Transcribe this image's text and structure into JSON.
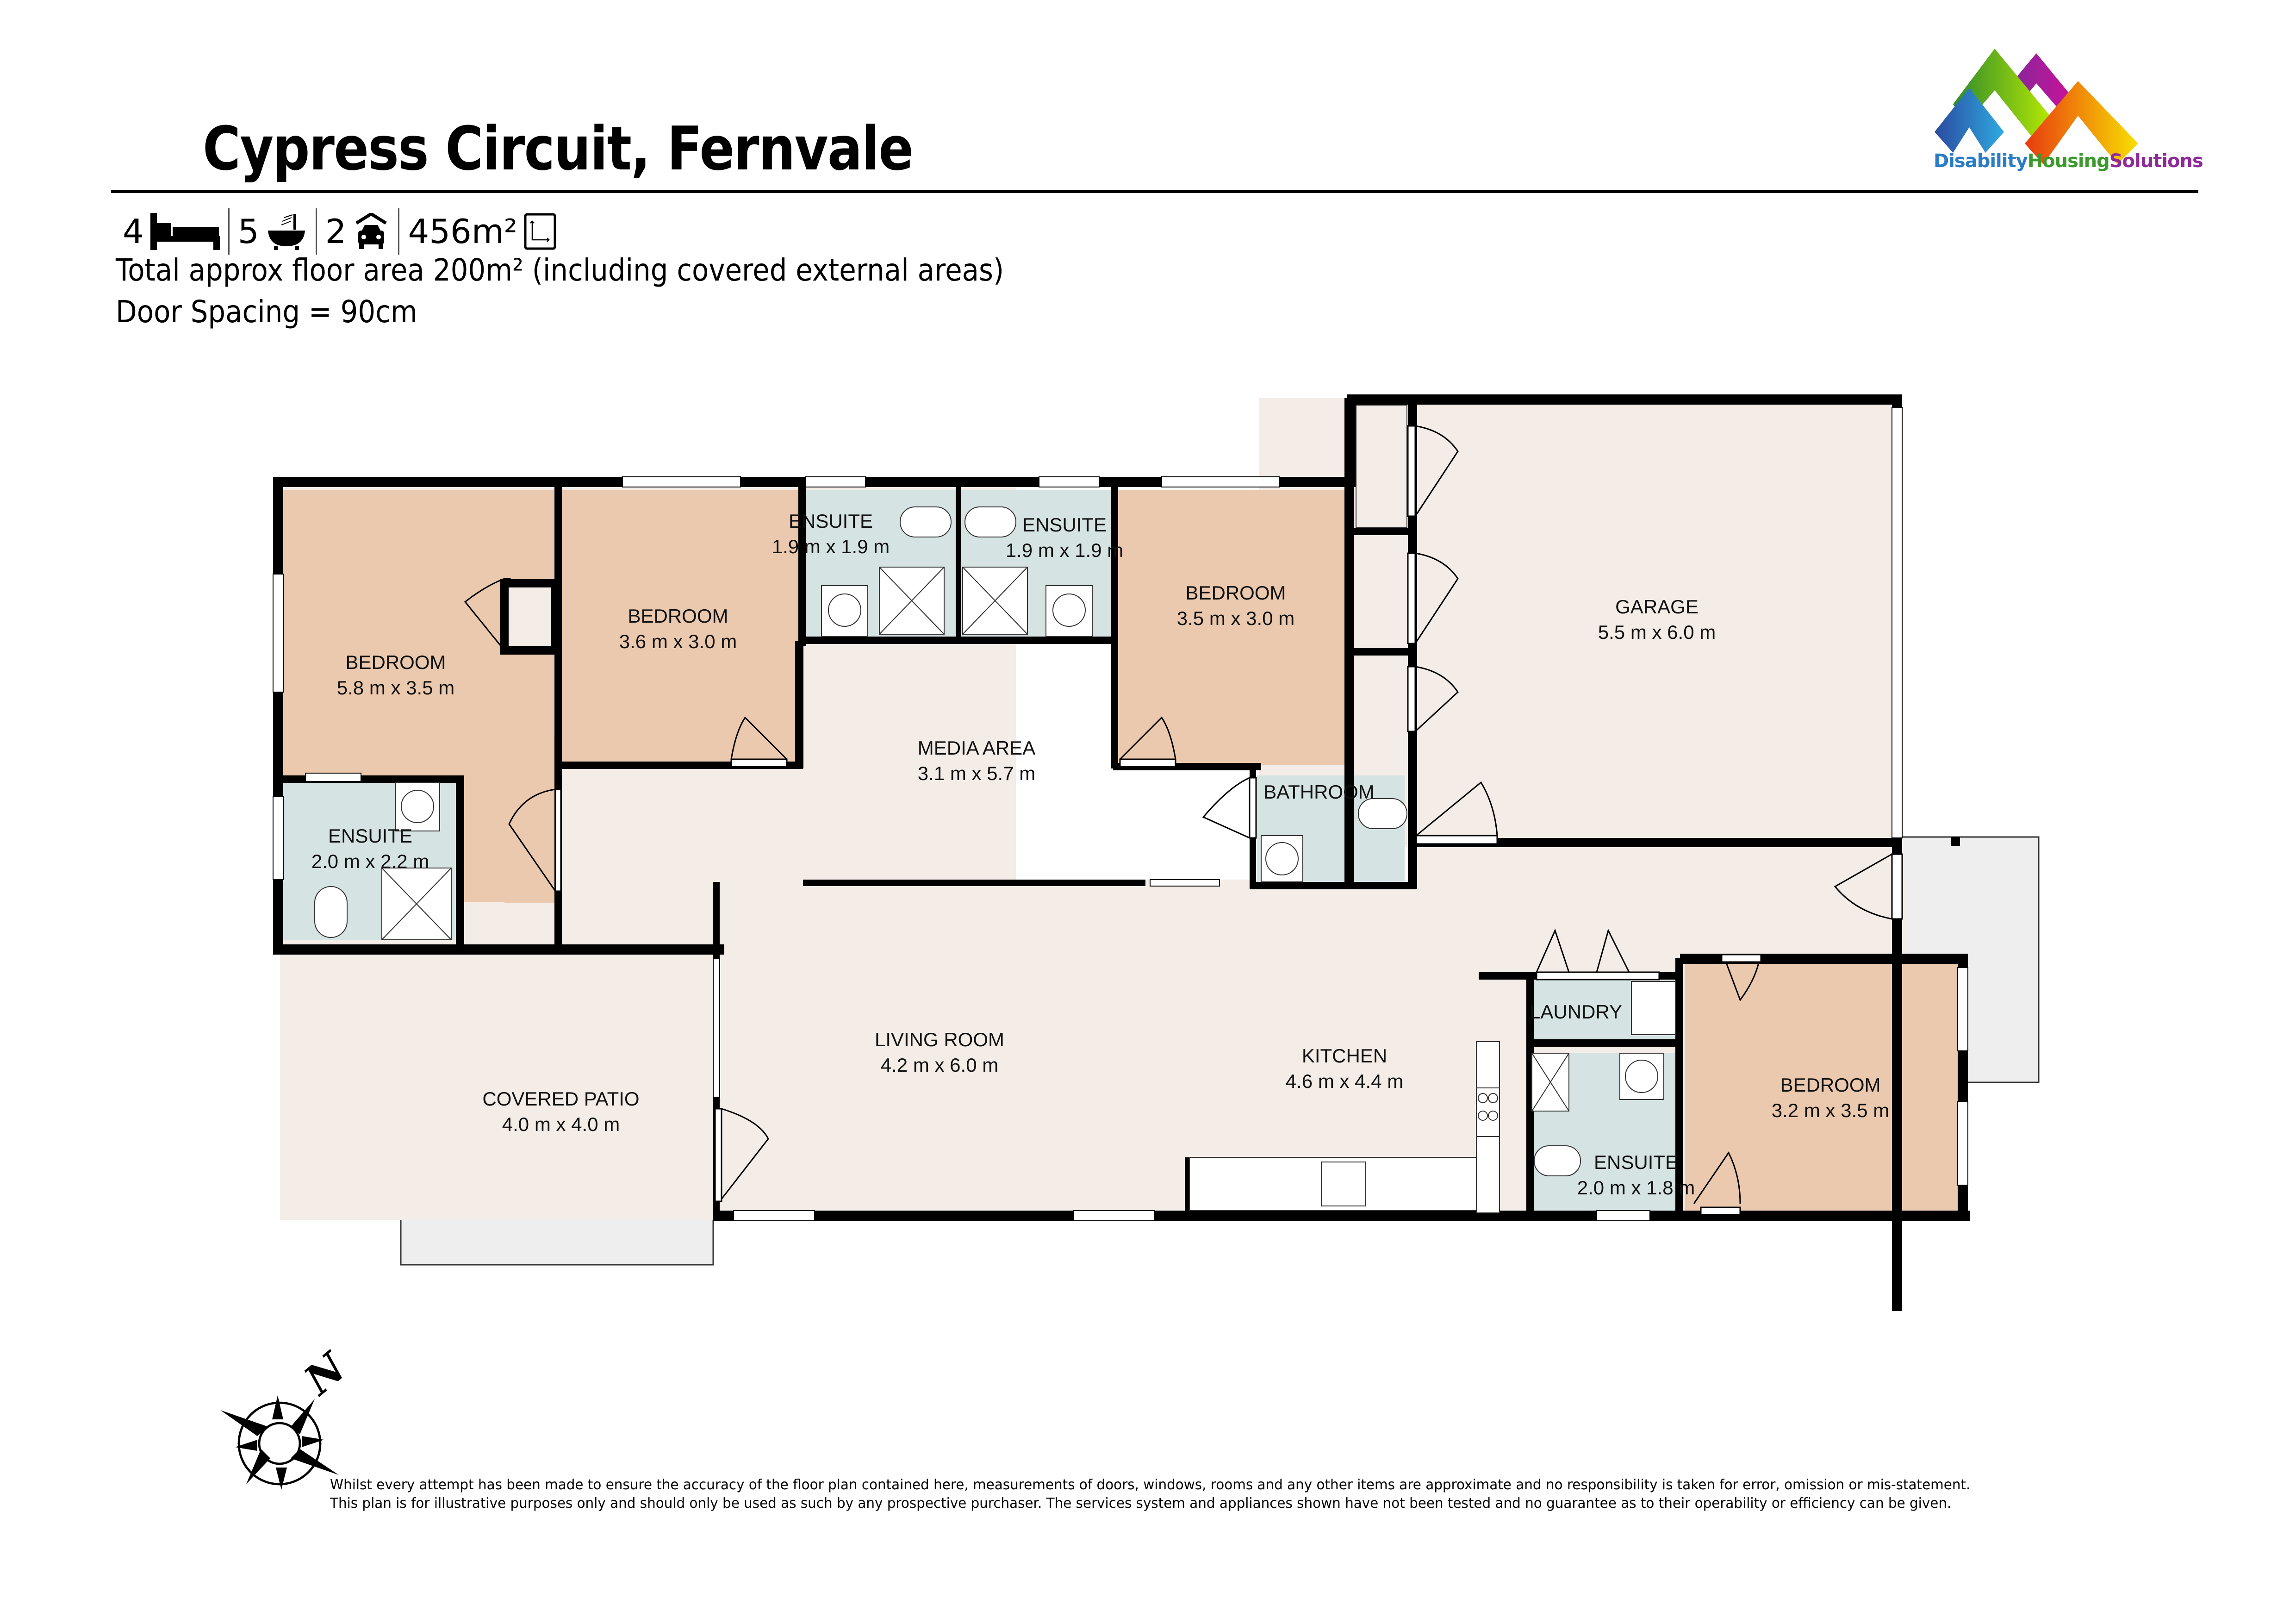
{
  "header": {
    "title": "Cypress Circuit, Fernvale",
    "stats": {
      "bedrooms": "4",
      "bathrooms": "5",
      "car_spaces": "2",
      "land_area": "456m²"
    },
    "stat_icons": [
      "bed-icon",
      "bath-icon",
      "car-icon",
      "land-area-icon"
    ],
    "floor_area_note": "Total approx floor area 200m² (including covered external areas)",
    "door_spacing_note": "Door Spacing = 90cm"
  },
  "logo": {
    "word1": "Disability",
    "word2": "Housing",
    "word3": "Solutions",
    "colors": {
      "blue": "#2a7cc7",
      "green": "#4aa02c",
      "purple": "#8e2a9a",
      "orange": "#f06a10",
      "yellow": "#f5d800"
    }
  },
  "colors": {
    "bedroom_fill": "#ebc9ae",
    "wet_area_fill": "#d6e3e3",
    "living_fill": "#f3ece7",
    "external_fill": "#eeeeee",
    "wall": "#000000"
  },
  "rooms": [
    {
      "name": "BEDROOM",
      "size": "5.8 m x 3.5 m"
    },
    {
      "name": "BEDROOM",
      "size": "3.6 m x 3.0 m"
    },
    {
      "name": "ENSUITE",
      "size": "1.9 m x 1.9 m"
    },
    {
      "name": "ENSUITE",
      "size": "1.9 m x 1.9 m"
    },
    {
      "name": "BEDROOM",
      "size": "3.5 m x 3.0 m"
    },
    {
      "name": "GARAGE",
      "size": "5.5 m x 6.0 m"
    },
    {
      "name": "MEDIA AREA",
      "size": "3.1 m x 5.7 m"
    },
    {
      "name": "ENSUITE",
      "size": "2.0 m x 2.2 m"
    },
    {
      "name": "BATHROOM",
      "size": ""
    },
    {
      "name": "LIVING ROOM",
      "size": "4.2 m x 6.0 m"
    },
    {
      "name": "KITCHEN",
      "size": "4.6 m x 4.4 m"
    },
    {
      "name": "LAUNDRY",
      "size": ""
    },
    {
      "name": "ENSUITE",
      "size": "2.0 m x 1.8 m"
    },
    {
      "name": "BEDROOM",
      "size": "3.2 m x 3.5 m"
    },
    {
      "name": "COVERED PATIO",
      "size": "4.0 m x 4.0 m"
    }
  ],
  "compass": {
    "north_label": "N"
  },
  "disclaimer": {
    "line1": "Whilst every attempt has been made to ensure the accuracy of the floor plan contained here, measurements of doors, windows, rooms and any other items are approximate and no responsibility is taken for error, omission or mis-statement.",
    "line2": "This plan is for illustrative purposes only and should only be used as such by any prospective purchaser. The services system and appliances shown have not been tested and no guarantee as to their operability or efficiency can be given."
  }
}
